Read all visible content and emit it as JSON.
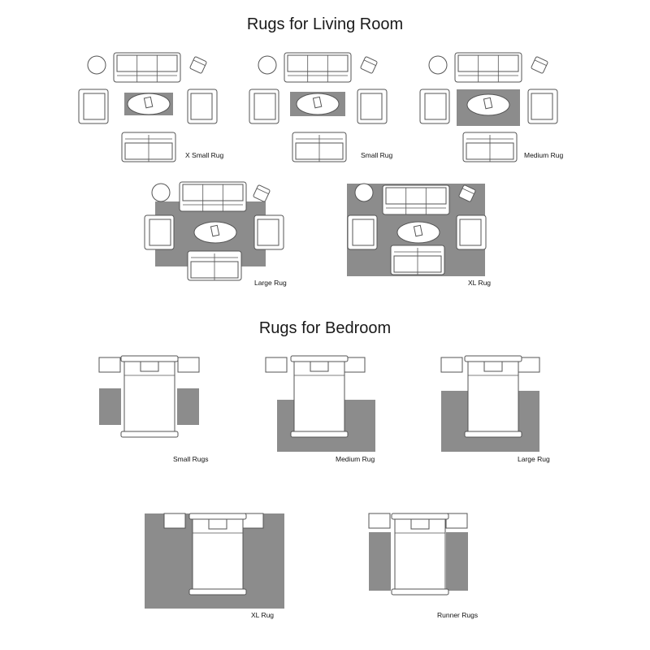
{
  "sections": {
    "living_title": "Rugs for Living Room",
    "bedroom_title": "Rugs for Bedroom"
  },
  "living": {
    "captions": [
      "X Small Rug",
      "Small Rug",
      "Medium Rug",
      "Large Rug",
      "XL Rug"
    ]
  },
  "bedroom": {
    "captions": [
      "Small Rugs",
      "Medium Rug",
      "Large Rug",
      "XL Rug",
      "Runner Rugs"
    ]
  },
  "colors": {
    "rug": "#8c8c8c",
    "outline": "#555555",
    "background": "#ffffff"
  }
}
